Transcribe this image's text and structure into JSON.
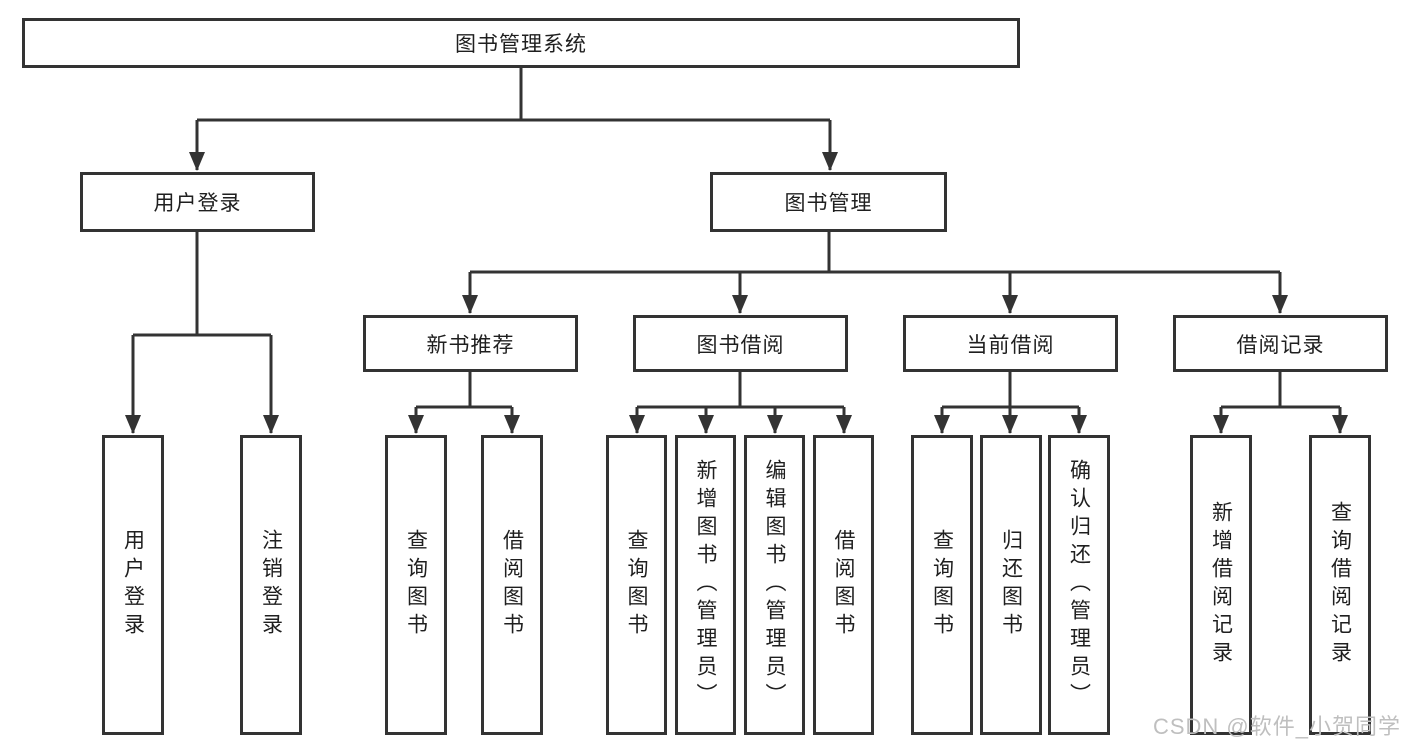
{
  "colors": {
    "line": "#333333",
    "box_border": "#333333",
    "box_fill": "#ffffff",
    "background": "#ffffff",
    "text": "#222222",
    "watermark": "#bfbfbf"
  },
  "watermark": {
    "text": "CSDN @软件_小贺同学"
  },
  "tree": {
    "root": {
      "label": "图书管理系统"
    },
    "children": [
      {
        "label": "用户登录",
        "children": [
          {
            "label": "用户登录"
          },
          {
            "label": "注销登录"
          }
        ]
      },
      {
        "label": "图书管理",
        "children": [
          {
            "label": "新书推荐",
            "children": [
              {
                "label": "查询图书"
              },
              {
                "label": "借阅图书"
              }
            ]
          },
          {
            "label": "图书借阅",
            "children": [
              {
                "label": "查询图书"
              },
              {
                "label": "新增图书（管理员）"
              },
              {
                "label": "编辑图书（管理员）"
              },
              {
                "label": "借阅图书"
              }
            ]
          },
          {
            "label": "当前借阅",
            "children": [
              {
                "label": "查询图书"
              },
              {
                "label": "归还图书"
              },
              {
                "label": "确认归还（管理员）"
              }
            ]
          },
          {
            "label": "借阅记录",
            "children": [
              {
                "label": "新增借阅记录"
              },
              {
                "label": "查询借阅记录"
              }
            ]
          }
        ]
      }
    ]
  }
}
